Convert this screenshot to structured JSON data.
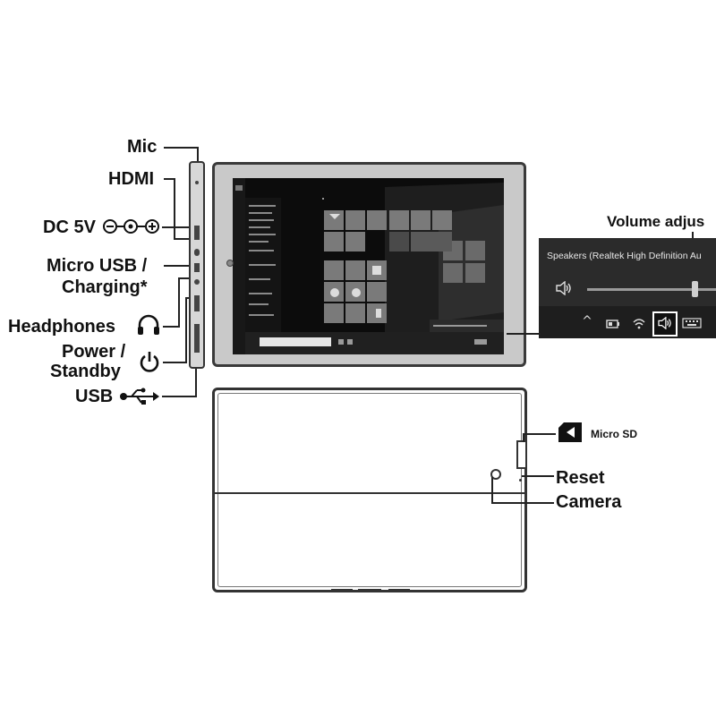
{
  "labels": {
    "mic": "Mic",
    "hdmi": "HDMI",
    "dc": "DC 5V",
    "micro_usb_1": "Micro USB /",
    "micro_usb_2": "Charging*",
    "headphones": "Headphones",
    "power_1": "Power /",
    "power_2": "Standby",
    "usb": "USB",
    "volume": "Volume adjus",
    "micro_sd": "Micro SD",
    "reset": "Reset",
    "camera": "Camera"
  },
  "volume_panel": {
    "device": "Speakers (Realtek High Definition Au",
    "level_fraction": 0.8
  },
  "icons": {
    "dc_polarity": "dc-polarity-icon",
    "headphones": "headphones-icon",
    "power": "power-icon",
    "usb": "usb-icon",
    "micro_sd": "sd-card-icon",
    "speaker": "speaker-icon"
  },
  "colors": {
    "line": "#222222",
    "screen": "#0c0c0c",
    "tile": "#6e6e6e",
    "bezel": "#c9c9c9"
  }
}
